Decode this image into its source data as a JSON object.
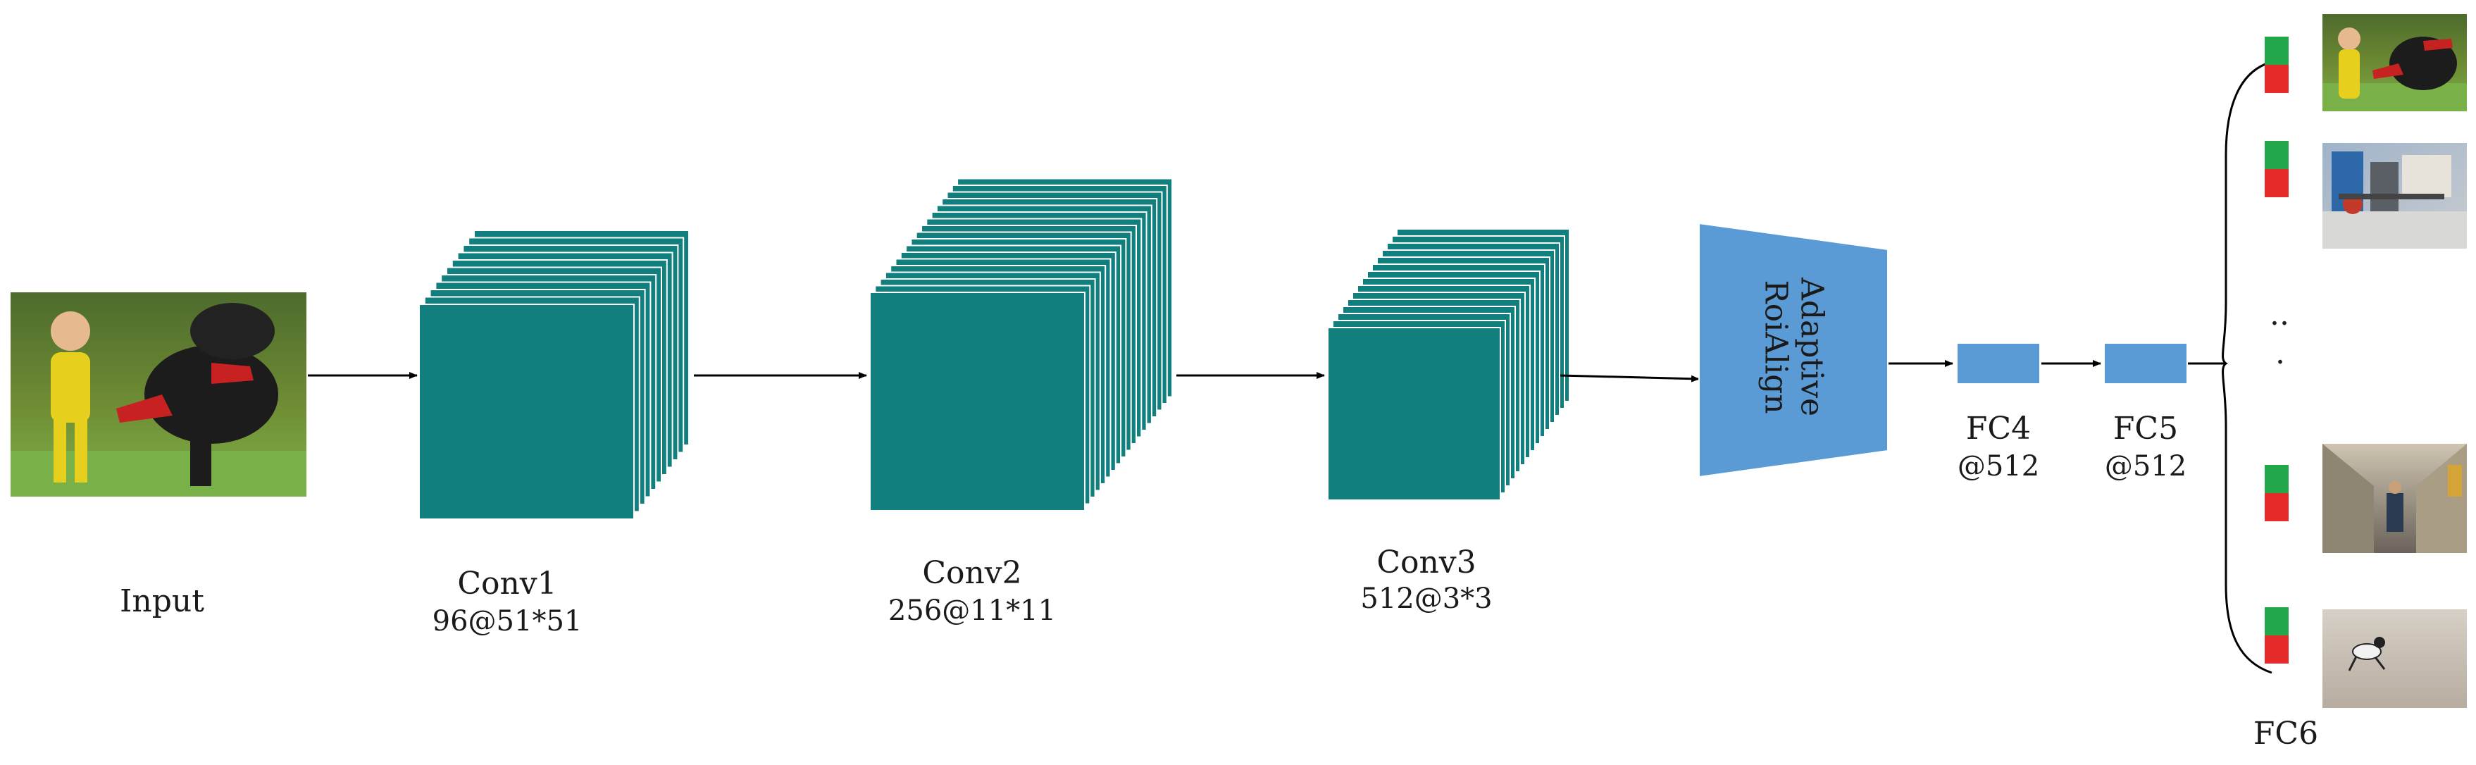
{
  "labels": {
    "input": "Input",
    "conv1_title": "Conv1",
    "conv1_sub": "96@51*51",
    "conv2_title": "Conv2",
    "conv2_sub": "256@11*11",
    "conv3_title": "Conv3",
    "conv3_sub": "512@3*3",
    "roi_line1": "Adaptive",
    "roi_line2": "RoiAlign",
    "fc4_title": "FC4",
    "fc4_sub": "@512",
    "fc5_title": "FC5",
    "fc5_sub": "@512",
    "fc6_title": "FC6",
    "ellipsis_top": "..",
    "ellipsis_bottom": "."
  },
  "colors": {
    "conv_fill": "#117f7e",
    "conv_edge": "#ffffff",
    "blue": "#5b9bd5",
    "positive": "#22a84a",
    "negative": "#e52a2a",
    "arrow": "#000000"
  },
  "images": {
    "input": "child-and-dog-photo",
    "branch_1": "child-and-dog-photo",
    "branch_2": "lab-desk-photo",
    "branch_3": "hallway-person-photo",
    "branch_4": "dog-on-road-photo"
  }
}
